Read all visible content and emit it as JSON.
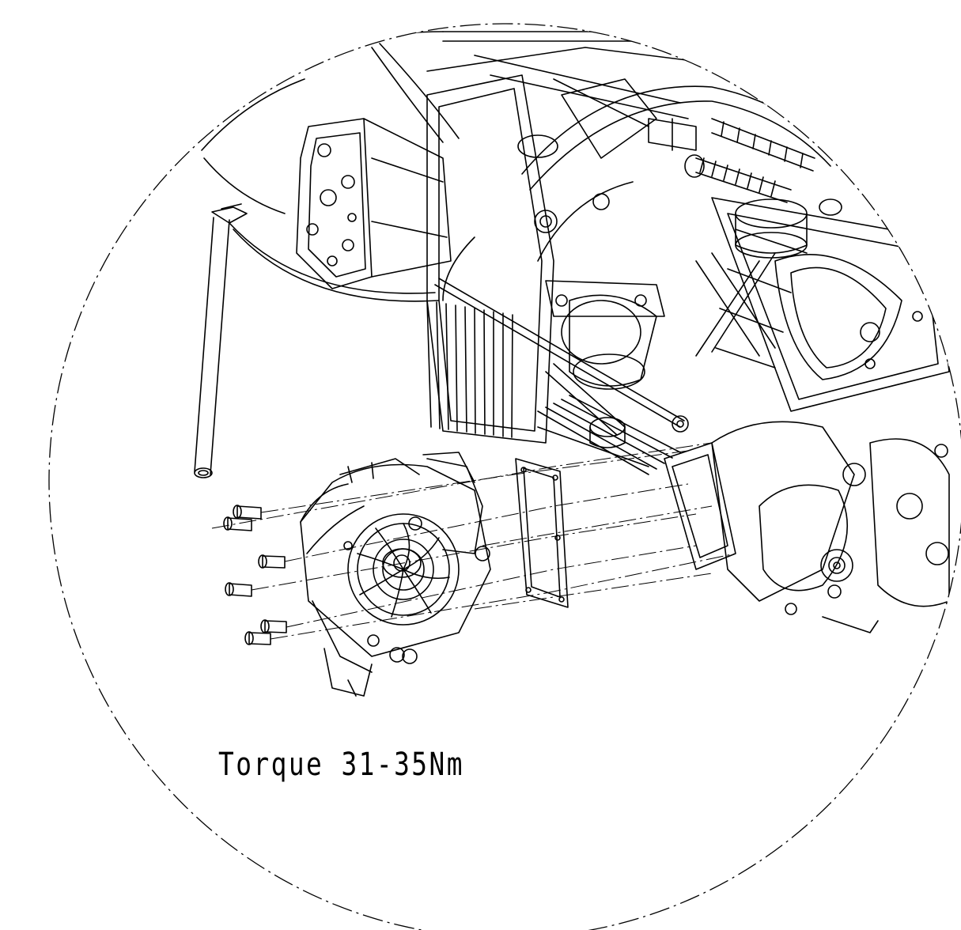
{
  "annotation": {
    "torque_text": "Torque 31-35Nm"
  },
  "colors": {
    "line": "#000000",
    "background": "#ffffff"
  },
  "parts": {
    "detail_boundary": "dash-dot-circle",
    "engine_block": "engine-assembly",
    "pump": "hydraulic-pump",
    "gasket": "gasket",
    "bolts": "flange-bolts",
    "hose": "hose-tube"
  },
  "bolt_count": 6
}
